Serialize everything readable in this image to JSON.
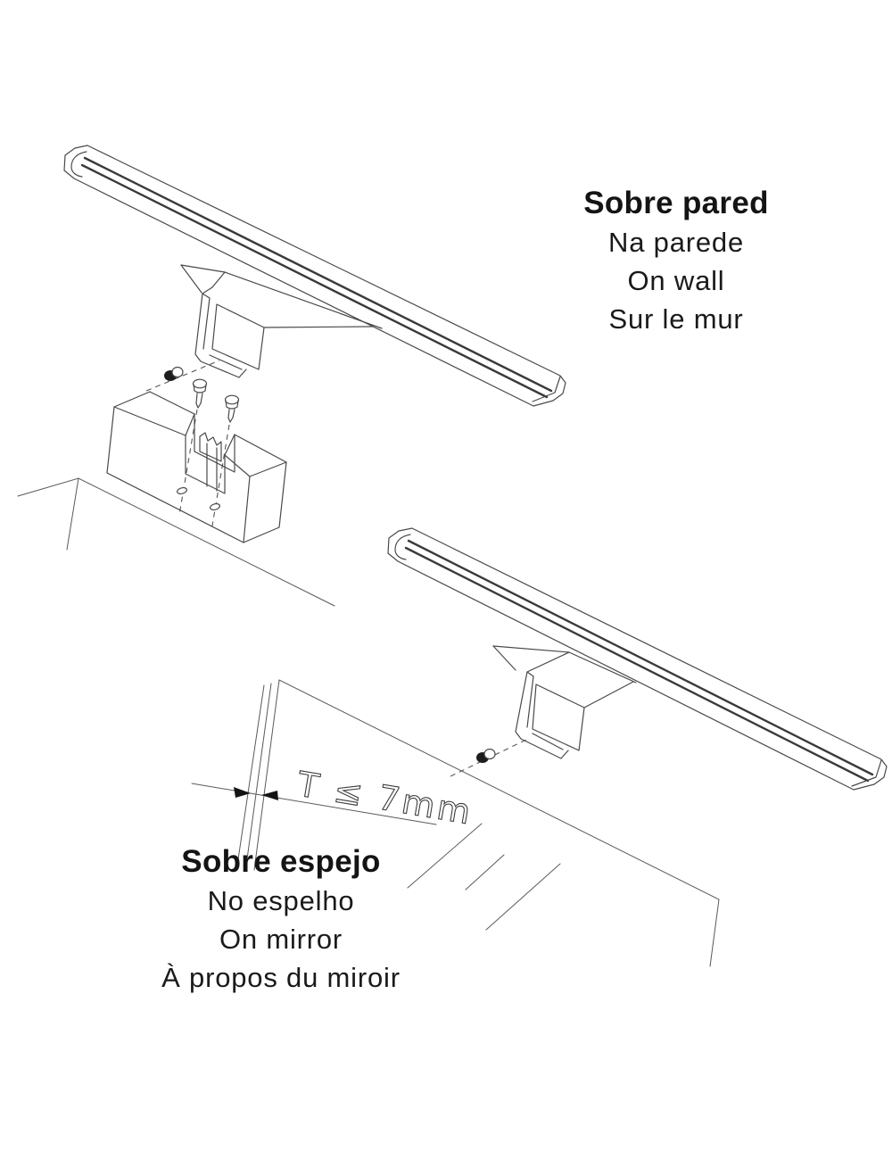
{
  "page": {
    "background_color": "#ffffff",
    "line_color": "#4a4a4a",
    "text_color": "#141414"
  },
  "labels": {
    "wall": {
      "title": "Sobre pared",
      "subtitle_pt": "Na parede",
      "subtitle_en": "On wall",
      "subtitle_fr": "Sur le mur"
    },
    "mirror": {
      "title": "Sobre espejo",
      "subtitle_pt": "No espelho",
      "subtitle_en": "On mirror",
      "subtitle_fr": "À propos du miroir"
    },
    "dimension": {
      "text": "T ≤ 7mm"
    }
  }
}
